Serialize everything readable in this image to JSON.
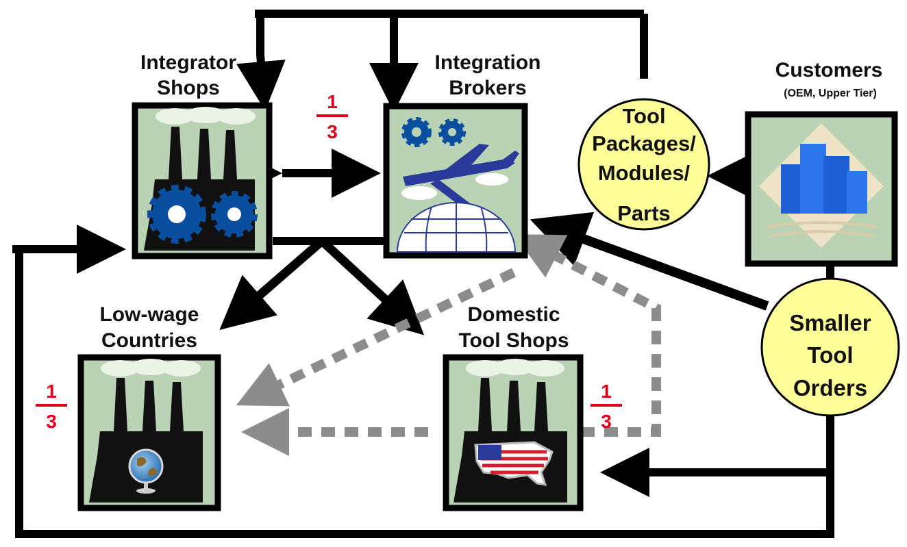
{
  "nodes": {
    "integrator_shops": {
      "label_line1": "Integrator",
      "label_line2": "Shops"
    },
    "integration_brokers": {
      "label_line1": "Integration",
      "label_line2": "Brokers"
    },
    "customers": {
      "label_line1": "Customers",
      "label_line2": "(OEM, Upper Tier)"
    },
    "low_wage": {
      "label_line1": "Low-wage",
      "label_line2": "Countries"
    },
    "domestic": {
      "label_line1": "Domestic",
      "label_line2": "Tool Shops"
    }
  },
  "bubbles": {
    "tool_packages": {
      "line1": "Tool",
      "line2": "Packages/",
      "line3": "Modules/",
      "line4": "Parts"
    },
    "smaller_orders": {
      "line1": "Smaller",
      "line2": "Tool",
      "line3": "Orders"
    }
  },
  "fractions": {
    "top": {
      "num": "1",
      "den": "3"
    },
    "left": {
      "num": "1",
      "den": "3"
    },
    "right": {
      "num": "1",
      "den": "3"
    }
  },
  "colors": {
    "box_fill": "#b9d3b4",
    "factory": "#111111",
    "gear": "#0a4ea0",
    "bubble": "#ffff99",
    "dashed_arrow": "#8c8c8c",
    "fraction": "#e0001b"
  }
}
